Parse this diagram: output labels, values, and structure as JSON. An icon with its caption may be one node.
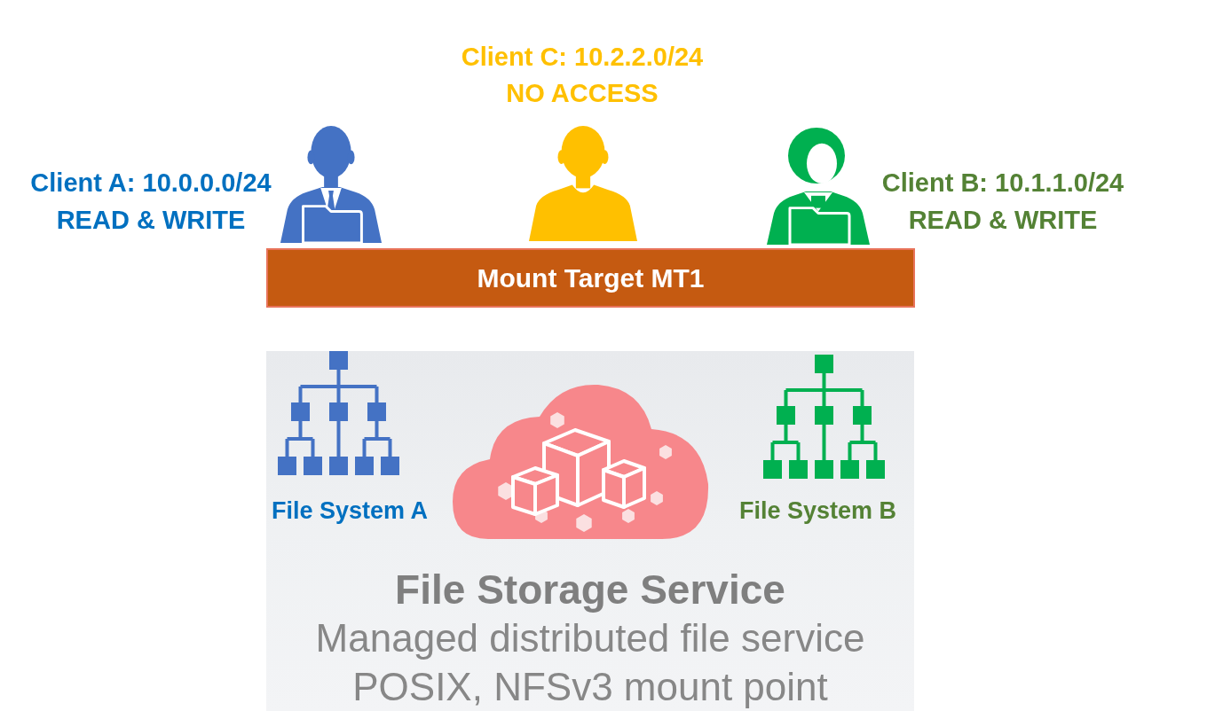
{
  "diagram": {
    "nodes": [
      {
        "text": [],
        "shape": "person",
        "beside": [
          "Client A: 10.0.0.0/24",
          "READ & WRITE"
        ]
      },
      {
        "text": [],
        "shape": "person",
        "beside": [
          "Client C: 10.2.2.0/24",
          "NO ACCESS"
        ]
      },
      {
        "text": [],
        "shape": "person",
        "beside": [
          "Client B: 10.1.1.0/24",
          "READ & WRITE"
        ]
      },
      {
        "text": [
          "Mount Target MT1"
        ]
      },
      {
        "text": [
          "File Storage Service",
          "Managed distributed file service",
          "POSIX, NFSv3 mount point"
        ]
      },
      {
        "text": [
          "File System A"
        ],
        "in": 4
      },
      {
        "text": [],
        "shape": "cloud",
        "in": 4
      },
      {
        "text": [
          "File System B"
        ],
        "in": 4
      }
    ]
  }
}
